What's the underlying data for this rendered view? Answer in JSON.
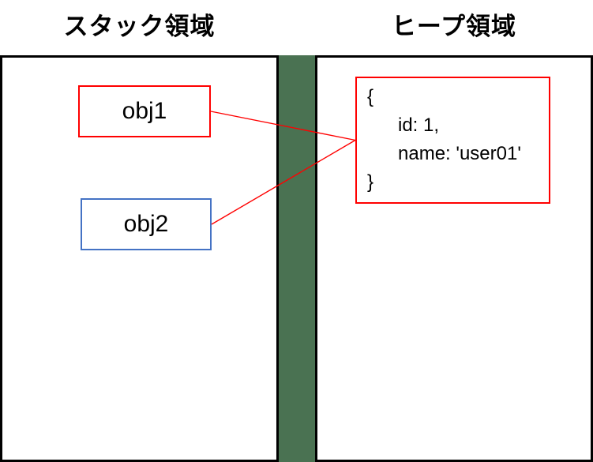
{
  "diagram": {
    "stack": {
      "title": "スタック領域",
      "objects": [
        {
          "label": "obj1",
          "border_color": "#ff0000"
        },
        {
          "label": "obj2",
          "border_color": "#4472c4"
        }
      ]
    },
    "heap": {
      "title": "ヒープ領域",
      "object_literal": {
        "open": "{",
        "line1": "id: 1,",
        "line2": "name: 'user01'",
        "close": "}"
      },
      "border_color": "#ff0000"
    },
    "colors": {
      "reference_line": "#ff0000",
      "gap_fill": "#4a7252",
      "panel_border": "#000000",
      "panel_background": "#ffffff",
      "text": "#000000"
    }
  }
}
